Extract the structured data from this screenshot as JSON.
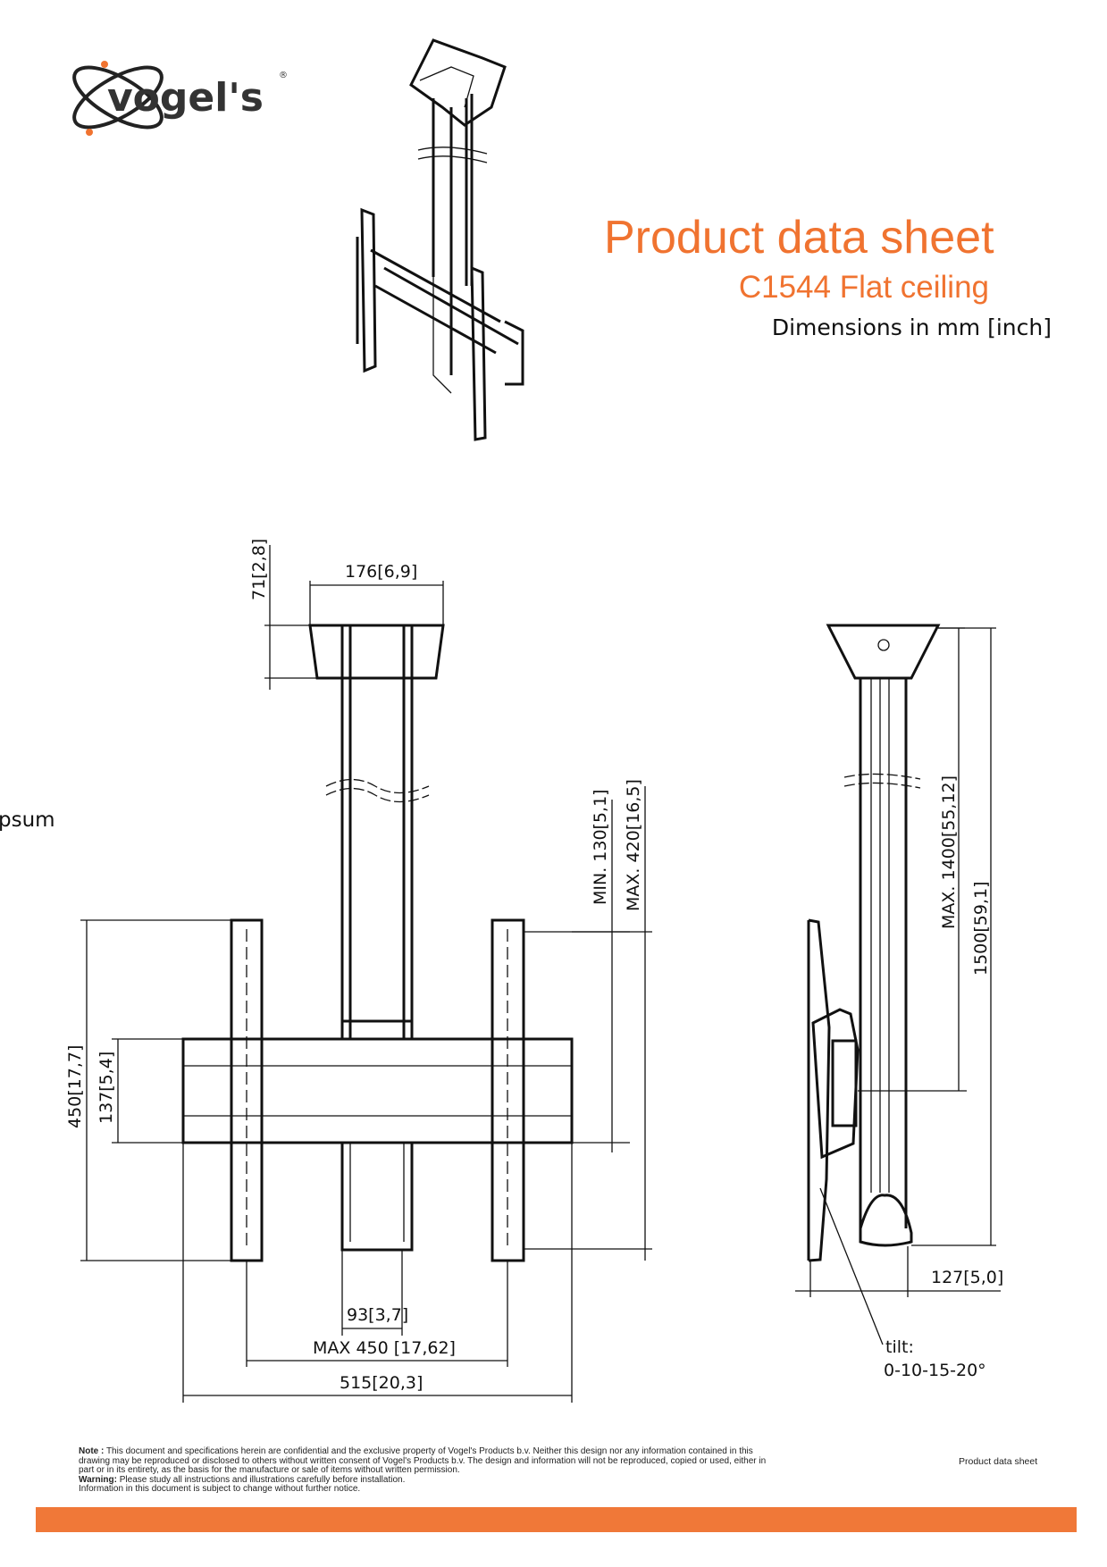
{
  "brand": {
    "logo_text": "vogel's",
    "accent": "#f07330"
  },
  "header": {
    "title": "Product data sheet",
    "subtitle": "C1544 Flat ceiling",
    "dimensions_note": "Dimensions in mm [inch]"
  },
  "cut_text": "psum",
  "front_view": {
    "dim_top_width": "176[6,9]",
    "dim_plate_height": "71[2,8]",
    "dim_min": "MIN. 130[5,1]",
    "dim_max": "MAX. 420[16,5]",
    "dim_height": "450[17,7]",
    "dim_bar_height": "137[5,4]",
    "dim_column": "93[3,7]",
    "dim_max_width": "MAX 450 [17,62]",
    "dim_width": "515[20,3]"
  },
  "side_view": {
    "dim_max_drop": "MAX. 1400[55,12]",
    "dim_total": "1500[59,1]",
    "dim_depth": "127[5,0]",
    "tilt_label": "tilt:",
    "tilt_values": "0-10-15-20°"
  },
  "footer": {
    "note_label": "Note :",
    "note_text": "This document and specifications herein are confidential and the exclusive property of Vogel's Products b.v. Neither this design nor any information contained in this drawing may be reproduced or disclosed to others without written consent of Vogel's Products b.v. The design and information will not be reproduced, copied or used, either in part or in its entirety, as the basis for the manufacture or sale of items without written permission.",
    "warning_label": "Warning:",
    "warning_text": "Please study all instructions and illustrations carefully before installation.",
    "info_text": "Information in this document is subject to change without further notice.",
    "label": "Product data sheet",
    "bar_color": "#f07838"
  }
}
